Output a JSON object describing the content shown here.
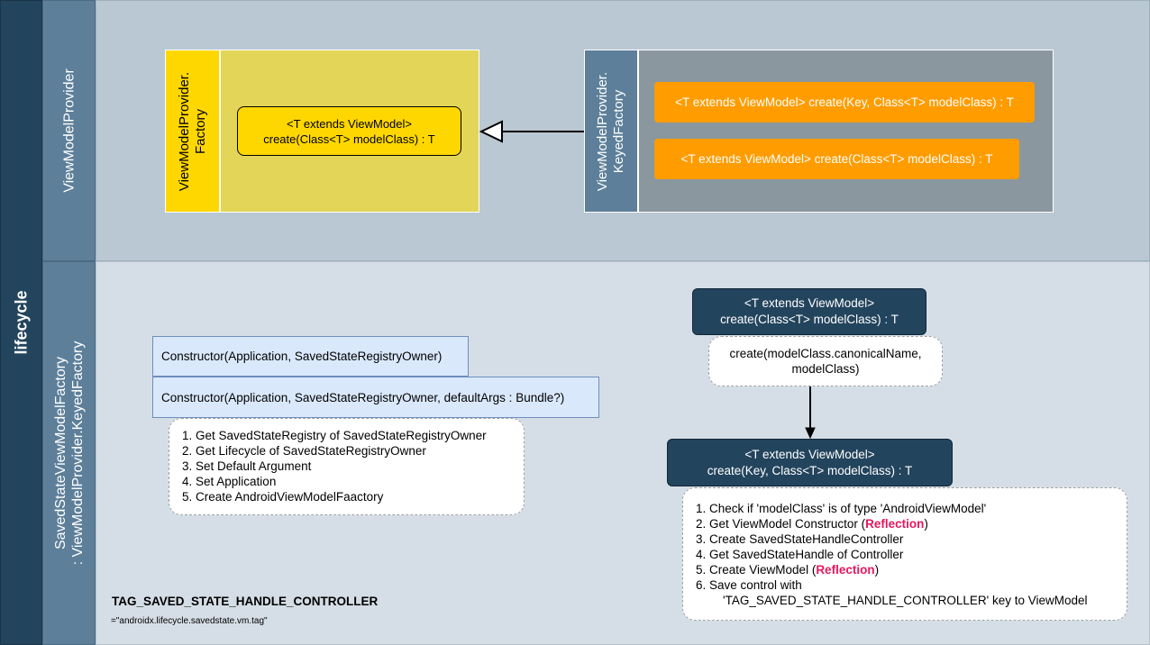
{
  "lanes": {
    "main": "lifecycle",
    "row1": "ViewModelProvider",
    "row2_line1": "SavedStateViewModelFactory",
    "row2_line2": ": ViewModelProvider.KeyedFactory"
  },
  "factory": {
    "title_line1": "ViewModelProvider.",
    "title_line2": "Factory",
    "method_line1": "<T extends ViewModel>",
    "method_line2": "create(Class<T> modelClass) : T"
  },
  "keyed_factory": {
    "title_line1": "ViewModelProvider.",
    "title_line2": "KeyedFactory",
    "method_1": "<T extends ViewModel> create(Key, Class<T> modelClass) : T",
    "method_2": "<T extends ViewModel> create(Class<T> modelClass) : T"
  },
  "saved_state": {
    "constructor_1": "Constructor(Application, SavedStateRegistryOwner)",
    "constructor_2": "Constructor(Application, SavedStateRegistryOwner, defaultArgs : Bundle?)",
    "constructor_steps": [
      "1. Get SavedStateRegistry of SavedStateRegistryOwner",
      "2. Get Lifecycle of SavedStateRegistryOwner",
      "3. Set Default Argument",
      "4. Set Application",
      "5. Create AndroidViewModelFaactory"
    ],
    "create_class_line1": "<T extends ViewModel>",
    "create_class_line2": "create(Class<T> modelClass) : T",
    "canonical_line1": "create(modelClass.canonicalName,",
    "canonical_line2": "modelClass)",
    "create_key_line1": "<T extends ViewModel>",
    "create_key_line2": "create(Key, Class<T> modelClass) : T",
    "create_steps": {
      "s1": "1. Check if 'modelClass' is of type 'AndroidViewModel'",
      "s2_pre": "2. Get ViewModel Constructor (",
      "s2_hl": "Reflection",
      "s2_post": ")",
      "s3": "3. Create SavedStateHandleController",
      "s4": "4. Get SavedStateHandle of Controller",
      "s5_pre": "5. Create ViewModel (",
      "s5_hl": "Reflection",
      "s5_post": ")",
      "s6_line1": "6. Save control with",
      "s6_line2": "'TAG_SAVED_STATE_HANDLE_CONTROLLER' key to ViewModel"
    },
    "tag_name": "TAG_SAVED_STATE_HANDLE_CONTROLLER",
    "tag_value": "=\"androidx.lifecycle.savedstate.vm.tag\""
  },
  "colors": {
    "lane_dark": "#23445d",
    "lane_mid": "#5d7f99",
    "factory_yellow": "#ffd700",
    "keyed_orange": "#ff9c00",
    "highlight_red": "#e8175d"
  }
}
